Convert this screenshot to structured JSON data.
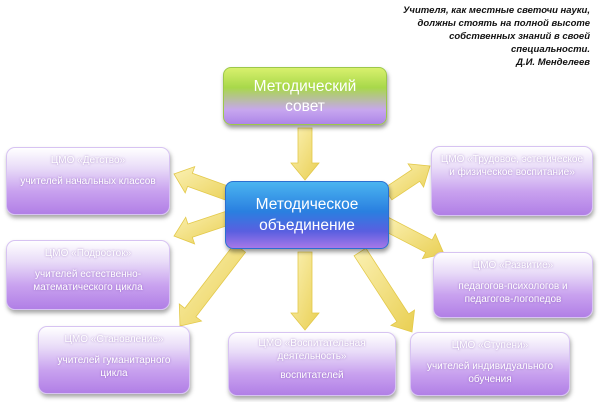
{
  "quote": {
    "line1": "Учителя, как местные светочи науки,",
    "line2": "должны стоять на полной высоте",
    "line3": "собственных знаний в своей",
    "line4": "специальности.",
    "author": "Д.И. Менделеев"
  },
  "council": {
    "line1": "Методический",
    "line2": "совет"
  },
  "union": {
    "line1": "Методическое",
    "line2": "объединение"
  },
  "units": [
    {
      "title": "ЦМО «Детство»",
      "sub": "учителей начальных классов"
    },
    {
      "title": "ЦМО «Подросток»",
      "sub": "учителей естественно-математического  цикла"
    },
    {
      "title": "ЦМО «Становление»",
      "sub": "учителей гуманитарного цикла"
    },
    {
      "title": "ЦМО «Воспитательная деятельность»",
      "sub": "воспитателей"
    },
    {
      "title": "ЦМО «Ступени»",
      "sub": "учителей индивидуального обучения"
    },
    {
      "title": "ЦМО «Развитие»",
      "sub": "педагогов-психологов  и педагогов-логопедов"
    },
    {
      "title": "ЦМО «Трудовое, эстетическое и физическое воспитание»",
      "sub": ""
    }
  ],
  "colors": {
    "arrow": "#f4e07a",
    "box_purple": "#b17fe6",
    "council_green": "#a8d84a",
    "union_blue": "#2a7fe0"
  }
}
